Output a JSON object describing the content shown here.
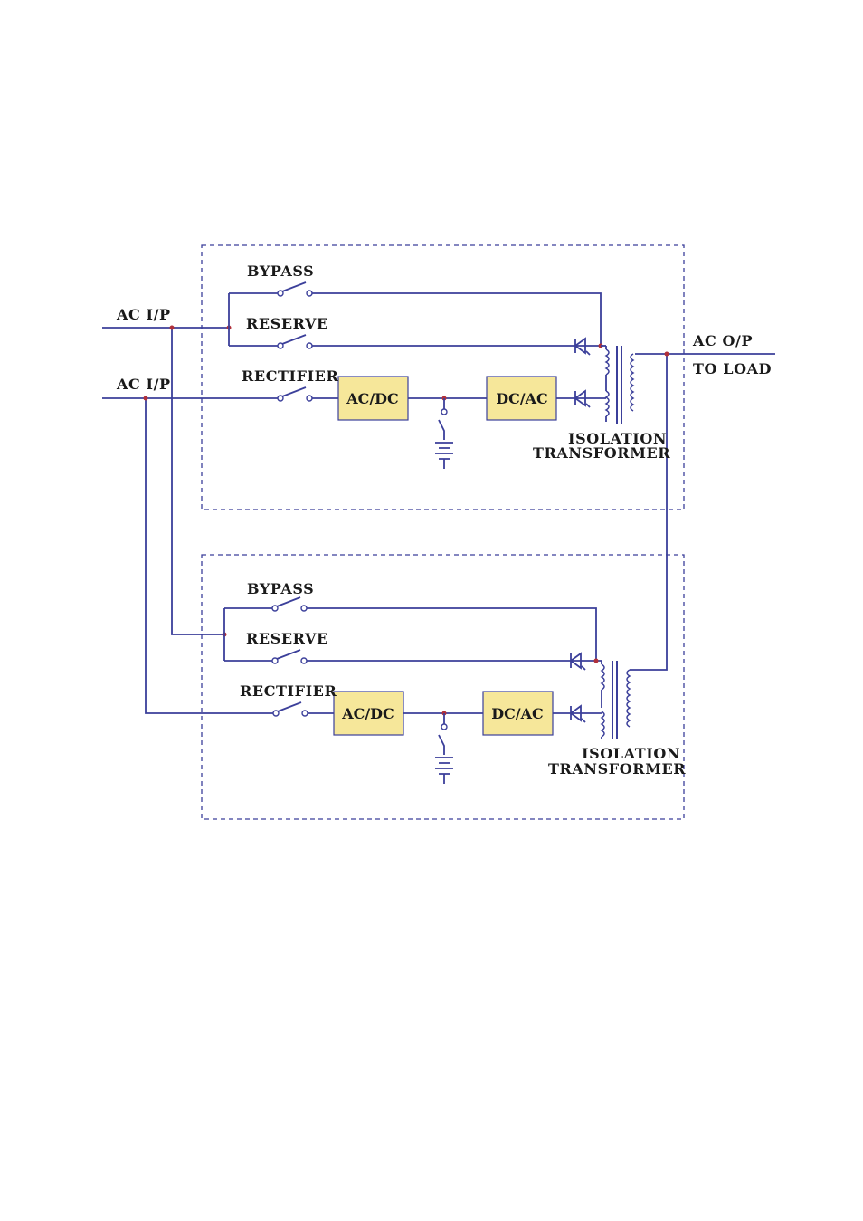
{
  "inputs": {
    "ac_ip_1": "AC I/P",
    "ac_ip_2": "AC I/P"
  },
  "output": {
    "ac_op": "AC O/P",
    "to_load": "TO  LOAD"
  },
  "units": [
    {
      "bypass": "BYPASS",
      "reserve": "RESERVE",
      "rectifier": "RECTIFIER",
      "acdc": "AC/DC",
      "dcac": "DC/AC",
      "transformer_line1": "ISOLATION",
      "transformer_line2": "TRANSFORMER"
    },
    {
      "bypass": "BYPASS",
      "reserve": "RESERVE",
      "rectifier": "RECTIFIER",
      "acdc": "AC/DC",
      "dcac": "DC/AC",
      "transformer_line1": "ISOLATION",
      "transformer_line2": "TRANSFORMER"
    }
  ],
  "colors": {
    "wire": "#3b3f9a",
    "box_fill": "#f6e79a",
    "node": "#b0303a"
  }
}
